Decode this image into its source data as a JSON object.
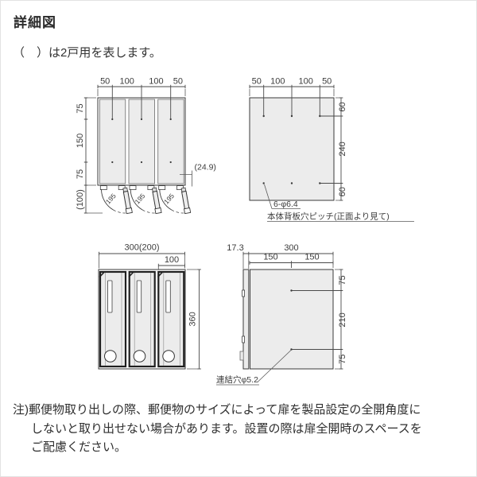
{
  "page": {
    "title": "詳細図",
    "subtitle": "（　）は2戸用を表します。",
    "note_lines": [
      "注)郵便物取り出しの際、郵便物のサイズによって扉を製品設定の全開角度に",
      "しないと取り出せない場合があります。設置の際は扉全開時のスペースを",
      "ご配慮ください。"
    ]
  },
  "colors": {
    "panel_fill": "#ececec",
    "line": "#4a4a4a",
    "text": "#3c3c3c",
    "border": "#e2e2e2"
  },
  "drawings": {
    "plan_open_doors": {
      "top_dims": [
        "50",
        "100",
        "100",
        "50"
      ],
      "side_dims": [
        "75",
        "150",
        "75",
        "(100)"
      ],
      "door_swing_labels": [
        "195",
        "195",
        "195"
      ],
      "door_offset_label": "(24.9)"
    },
    "back_panel": {
      "top_dims": [
        "50",
        "100",
        "100",
        "50"
      ],
      "side_dims": [
        "60",
        "240",
        "60"
      ],
      "hole_spec": "6-φ6.4",
      "hole_note": "本体背板穴ピッチ(正面より見て)"
    },
    "front_view": {
      "width_dim": "300(200)",
      "door_width_dim": "100",
      "height_dim": "360"
    },
    "side_view": {
      "door_thickness_dim": "17.3",
      "depth_dim": "300",
      "half_dims": [
        "150",
        "150"
      ],
      "side_dims": [
        "75",
        "210",
        "75"
      ],
      "hole_note": "連結穴φ5.2"
    }
  }
}
